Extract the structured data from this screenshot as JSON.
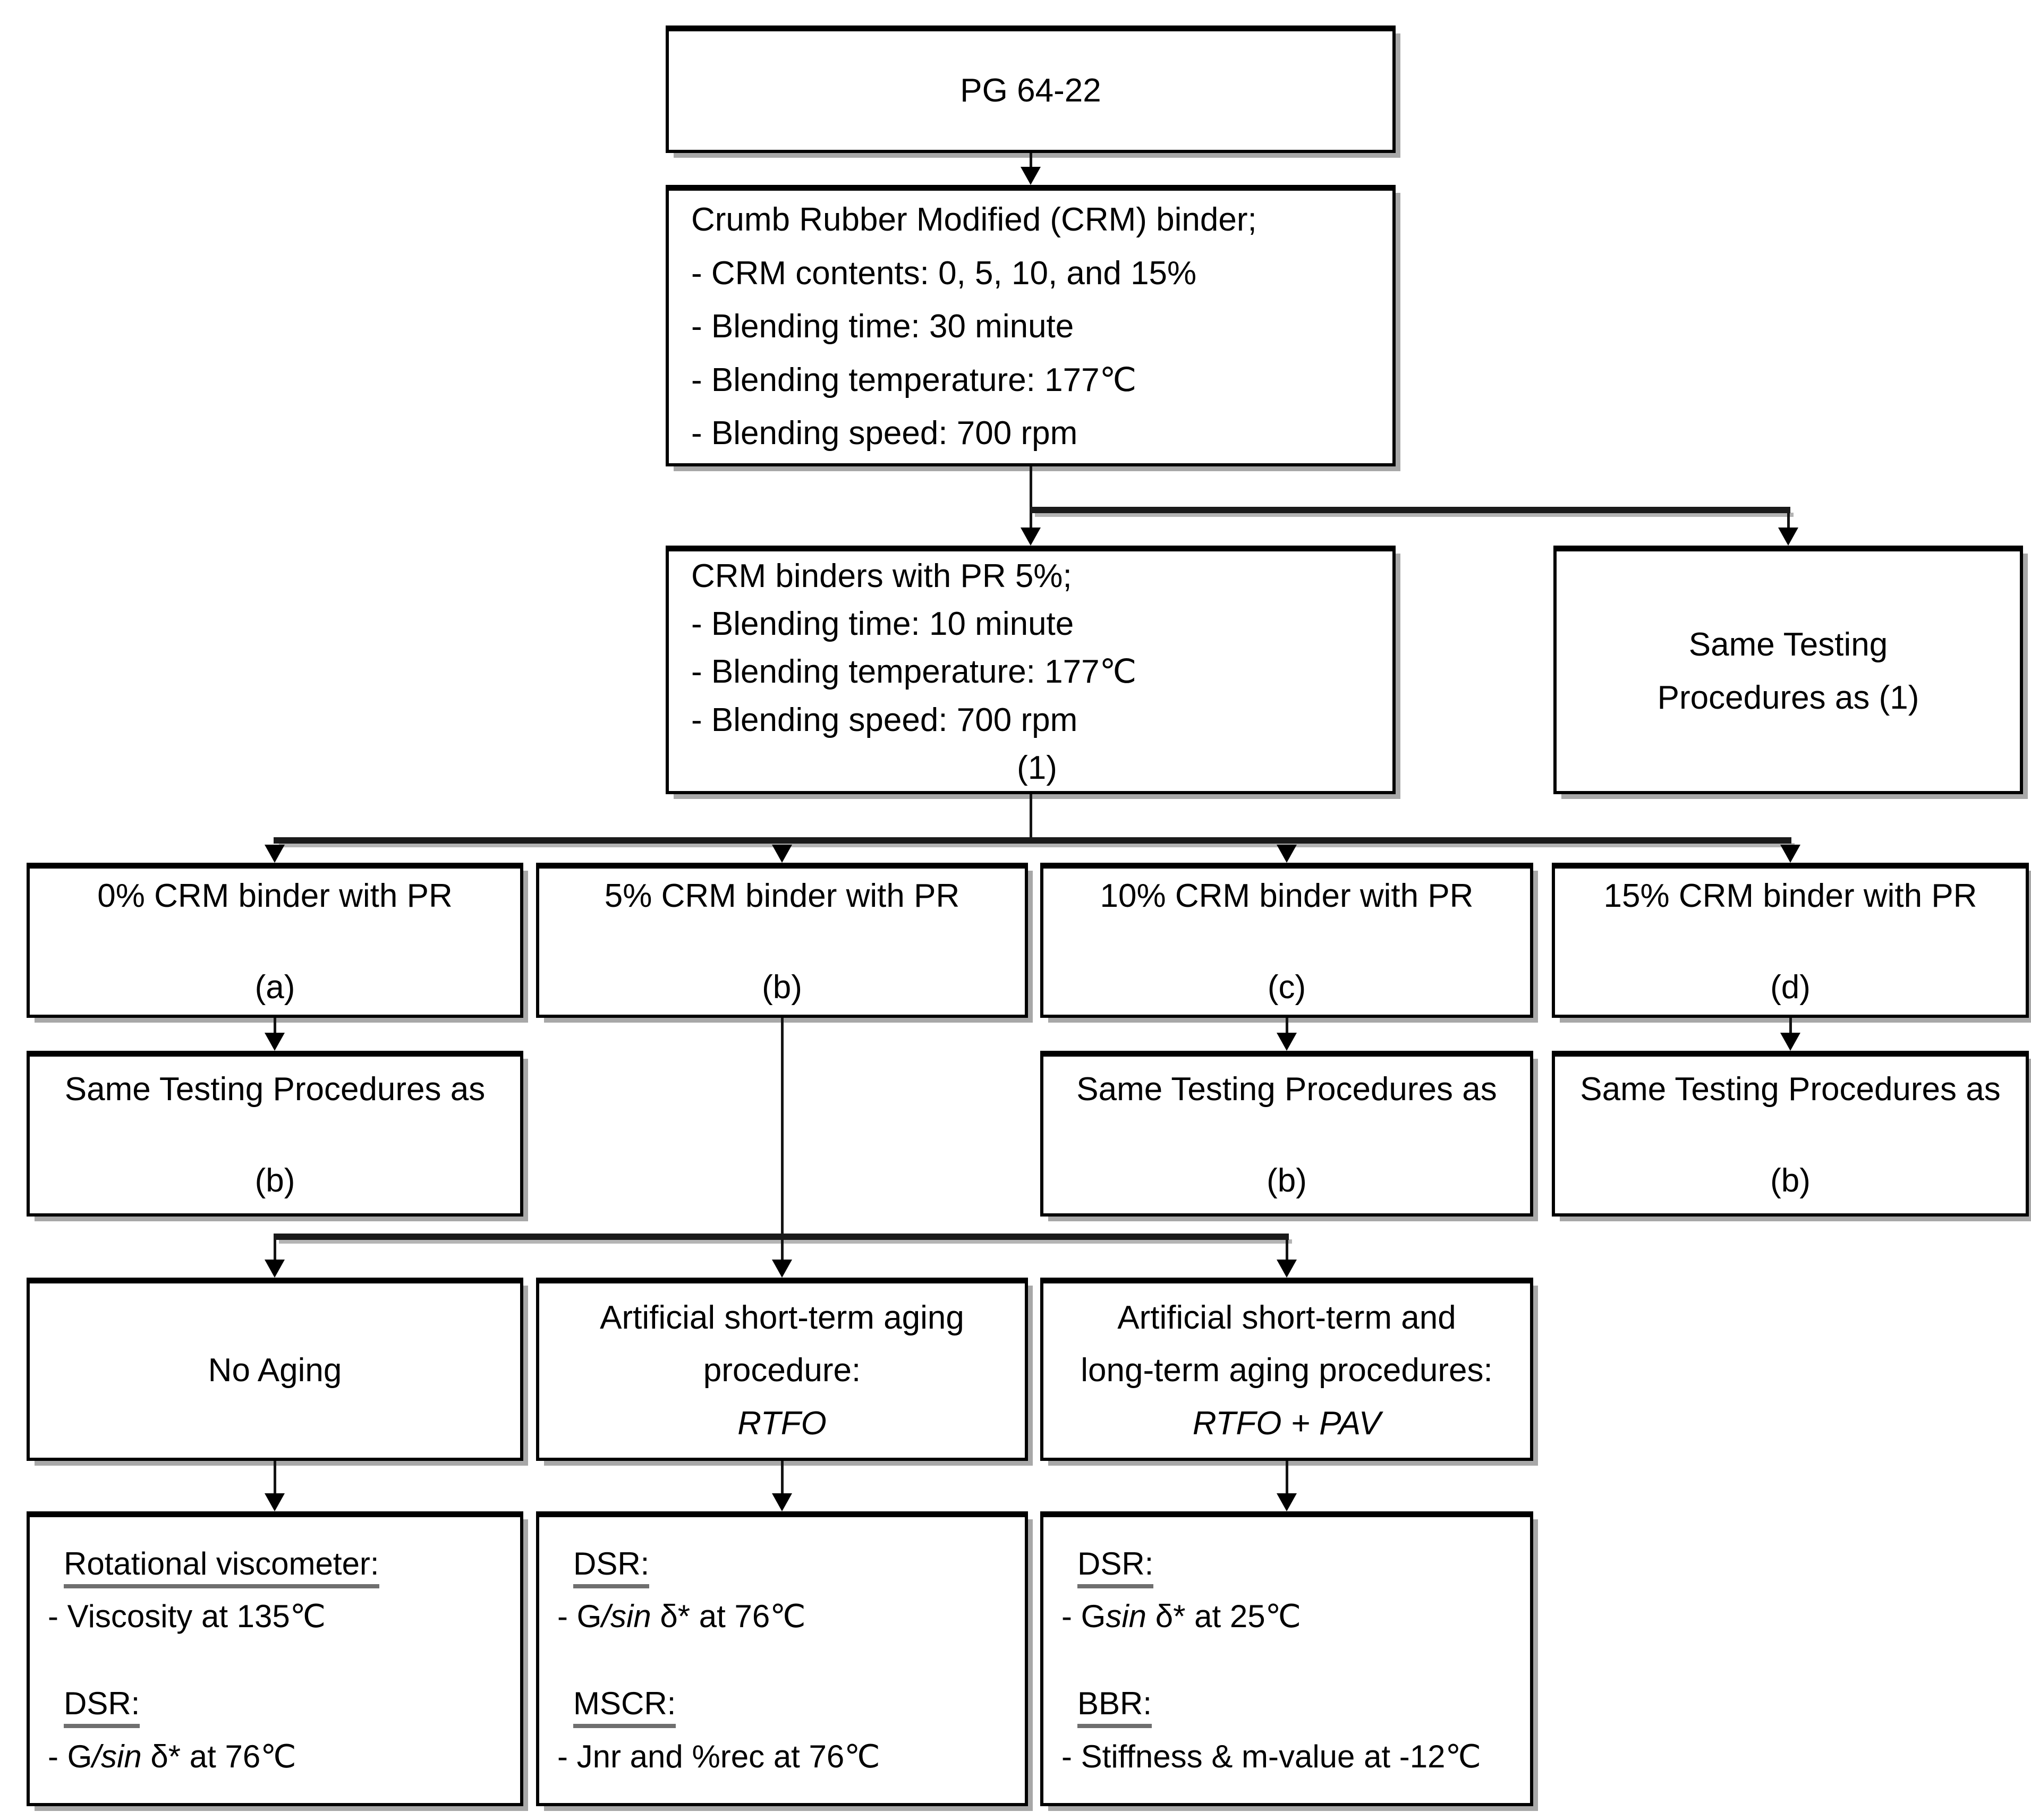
{
  "diagram": {
    "type": "flowchart",
    "colors": {
      "background": "#ffffff",
      "box_border": "#000000",
      "connector_line": "#1a1a1a",
      "shadow": "#a8a8a8",
      "underline": "#6f6f6f",
      "text": "#000000"
    },
    "boxes": [
      {
        "id": "pg",
        "lines": [
          "PG 64-22"
        ]
      },
      {
        "id": "crm",
        "lines": [
          "Crumb Rubber Modified (CRM) binder;",
          "- CRM contents: 0, 5, 10, and 15%",
          "- Blending time: 30 minute",
          "- Blending temperature: 177℃",
          "- Blending speed: 700 rpm"
        ]
      },
      {
        "id": "pr5",
        "lines": [
          "CRM binders with PR 5%;",
          "- Blending time: 10 minute",
          "- Blending temperature: 177℃",
          "- Blending speed: 700 rpm",
          "{c}(1)"
        ]
      },
      {
        "id": "same1",
        "lines": [
          "Same Testing",
          "Procedures as (1)"
        ]
      },
      {
        "id": "a",
        "lines": [
          "0% CRM binder with PR",
          "(a)"
        ]
      },
      {
        "id": "b",
        "lines": [
          "5% CRM binder with PR",
          "(b)"
        ]
      },
      {
        "id": "c",
        "lines": [
          "10% CRM binder with PR",
          "(c)"
        ]
      },
      {
        "id": "d",
        "lines": [
          "15% CRM binder with PR",
          "(d)"
        ]
      },
      {
        "id": "same-a",
        "lines": [
          "Same Testing Procedures as",
          "(b)"
        ]
      },
      {
        "id": "same-c",
        "lines": [
          "Same Testing Procedures as",
          "(b)"
        ]
      },
      {
        "id": "same-d",
        "lines": [
          "Same Testing Procedures as",
          "(b)"
        ]
      },
      {
        "id": "no-aging",
        "lines": [
          "No Aging"
        ]
      },
      {
        "id": "rtfo",
        "lines": [
          "Artificial short-term aging",
          "procedure:",
          "*RTFO*"
        ]
      },
      {
        "id": "rtfo-pav",
        "lines": [
          "Artificial short-term and",
          "long-term aging procedures:",
          "*RTFO + PAV*"
        ]
      },
      {
        "id": "tests-unaged",
        "lines": [
          "__Rotational viscometer:__",
          "- Viscosity at 135℃",
          "",
          "__DSR:__",
          "- G*/sin *δ* at 76℃"
        ]
      },
      {
        "id": "tests-rtfo",
        "lines": [
          "__DSR:__",
          "- G*/sin *δ* at 76℃",
          "",
          "__MSCR:__",
          "- Jnr and %rec at 76℃"
        ]
      },
      {
        "id": "tests-pav",
        "lines": [
          "__DSR:__",
          "- G*sin *δ* at 25℃",
          "",
          "__BBR:__",
          "- Stiffness & m-value at -12℃"
        ]
      }
    ]
  }
}
